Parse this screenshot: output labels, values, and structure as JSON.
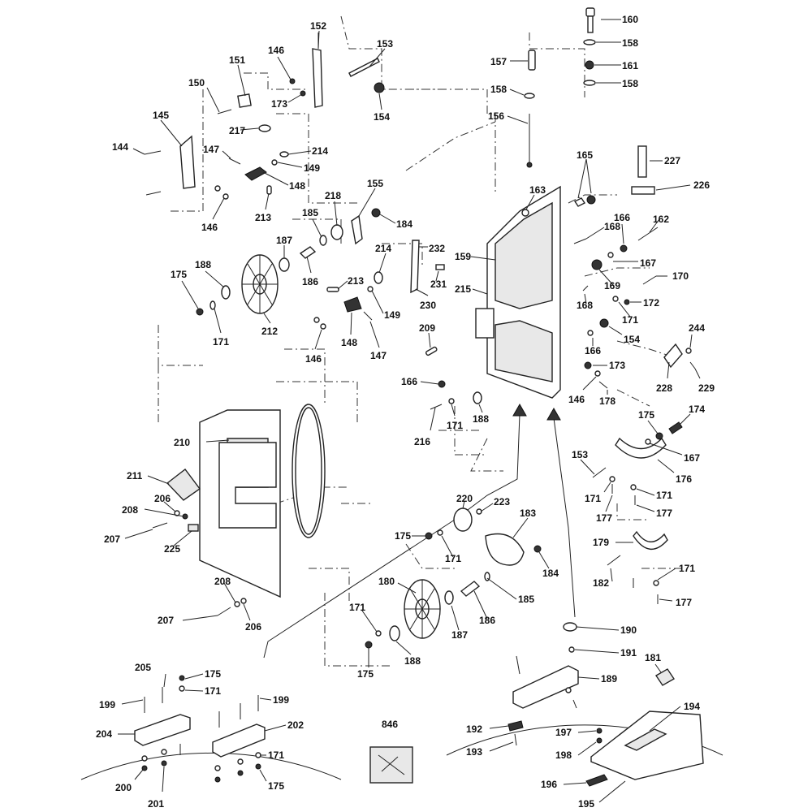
{
  "labels": [
    {
      "id": "l160",
      "text": "160"
    },
    {
      "id": "l158a",
      "text": "158"
    },
    {
      "id": "l161",
      "text": "161"
    },
    {
      "id": "l158b",
      "text": "158"
    },
    {
      "id": "l157",
      "text": "157"
    },
    {
      "id": "l158c",
      "text": "158"
    },
    {
      "id": "l156",
      "text": "156"
    },
    {
      "id": "l152",
      "text": "152"
    },
    {
      "id": "l153a",
      "text": "153"
    },
    {
      "id": "l146a",
      "text": "146"
    },
    {
      "id": "l151",
      "text": "151"
    },
    {
      "id": "l150",
      "text": "150"
    },
    {
      "id": "l173a",
      "text": "173"
    },
    {
      "id": "l154a",
      "text": "154"
    },
    {
      "id": "l145",
      "text": "145"
    },
    {
      "id": "l217",
      "text": "217"
    },
    {
      "id": "l144",
      "text": "144"
    },
    {
      "id": "l147a",
      "text": "147"
    },
    {
      "id": "l214a",
      "text": "214"
    },
    {
      "id": "l149a",
      "text": "149"
    },
    {
      "id": "l148a",
      "text": "148"
    },
    {
      "id": "l146b",
      "text": "146"
    },
    {
      "id": "l213a",
      "text": "213"
    },
    {
      "id": "l218",
      "text": "218"
    },
    {
      "id": "l155",
      "text": "155"
    },
    {
      "id": "l184a",
      "text": "184"
    },
    {
      "id": "l185a",
      "text": "185"
    },
    {
      "id": "l187a",
      "text": "187"
    },
    {
      "id": "l186a",
      "text": "186"
    },
    {
      "id": "l188a",
      "text": "188"
    },
    {
      "id": "l175a",
      "text": "175"
    },
    {
      "id": "l171a",
      "text": "171"
    },
    {
      "id": "l212",
      "text": "212"
    },
    {
      "id": "l213b",
      "text": "213"
    },
    {
      "id": "l214b",
      "text": "214"
    },
    {
      "id": "l232",
      "text": "232"
    },
    {
      "id": "l231",
      "text": "231"
    },
    {
      "id": "l230",
      "text": "230"
    },
    {
      "id": "l149b",
      "text": "149"
    },
    {
      "id": "l148b",
      "text": "148"
    },
    {
      "id": "l146c",
      "text": "146"
    },
    {
      "id": "l147b",
      "text": "147"
    },
    {
      "id": "l209",
      "text": "209"
    },
    {
      "id": "l165",
      "text": "165"
    },
    {
      "id": "l163",
      "text": "163"
    },
    {
      "id": "l227",
      "text": "227"
    },
    {
      "id": "l226",
      "text": "226"
    },
    {
      "id": "l168a",
      "text": "168"
    },
    {
      "id": "l166a",
      "text": "166"
    },
    {
      "id": "l162",
      "text": "162"
    },
    {
      "id": "l159",
      "text": "159"
    },
    {
      "id": "l167a",
      "text": "167"
    },
    {
      "id": "l215",
      "text": "215"
    },
    {
      "id": "l169",
      "text": "169"
    },
    {
      "id": "l170",
      "text": "170"
    },
    {
      "id": "l168b",
      "text": "168"
    },
    {
      "id": "l171b",
      "text": "171"
    },
    {
      "id": "l172",
      "text": "172"
    },
    {
      "id": "l154b",
      "text": "154"
    },
    {
      "id": "l166b",
      "text": "166"
    },
    {
      "id": "l244",
      "text": "244"
    },
    {
      "id": "l173b",
      "text": "173"
    },
    {
      "id": "l166c",
      "text": "166"
    },
    {
      "id": "l146d",
      "text": "146"
    },
    {
      "id": "l178",
      "text": "178"
    },
    {
      "id": "l228",
      "text": "228"
    },
    {
      "id": "l229",
      "text": "229"
    },
    {
      "id": "l171c",
      "text": "171"
    },
    {
      "id": "l188b",
      "text": "188"
    },
    {
      "id": "l216",
      "text": "216"
    },
    {
      "id": "l175b",
      "text": "175"
    },
    {
      "id": "l174",
      "text": "174"
    },
    {
      "id": "l167b",
      "text": "167"
    },
    {
      "id": "l176",
      "text": "176"
    },
    {
      "id": "l153b",
      "text": "153"
    },
    {
      "id": "l171d",
      "text": "171"
    },
    {
      "id": "l171e",
      "text": "171"
    },
    {
      "id": "l177a",
      "text": "177"
    },
    {
      "id": "l177b",
      "text": "177"
    },
    {
      "id": "l210",
      "text": "210"
    },
    {
      "id": "l211",
      "text": "211"
    },
    {
      "id": "l206a",
      "text": "206"
    },
    {
      "id": "l208a",
      "text": "208"
    },
    {
      "id": "l207a",
      "text": "207"
    },
    {
      "id": "l225",
      "text": "225"
    },
    {
      "id": "l220",
      "text": "220"
    },
    {
      "id": "l223",
      "text": "223"
    },
    {
      "id": "l183",
      "text": "183"
    },
    {
      "id": "l175c",
      "text": "175"
    },
    {
      "id": "l171f",
      "text": "171"
    },
    {
      "id": "l184b",
      "text": "184"
    },
    {
      "id": "l179",
      "text": "179"
    },
    {
      "id": "l171g",
      "text": "171"
    },
    {
      "id": "l182",
      "text": "182"
    },
    {
      "id": "l177c",
      "text": "177"
    },
    {
      "id": "l208b",
      "text": "208"
    },
    {
      "id": "l207b",
      "text": "207"
    },
    {
      "id": "l206b",
      "text": "206"
    },
    {
      "id": "l180",
      "text": "180"
    },
    {
      "id": "l185b",
      "text": "185"
    },
    {
      "id": "l186b",
      "text": "186"
    },
    {
      "id": "l171h",
      "text": "171"
    },
    {
      "id": "l187b",
      "text": "187"
    },
    {
      "id": "l188c",
      "text": "188"
    },
    {
      "id": "l175d",
      "text": "175"
    },
    {
      "id": "l190",
      "text": "190"
    },
    {
      "id": "l191",
      "text": "191"
    },
    {
      "id": "l181",
      "text": "181"
    },
    {
      "id": "l189",
      "text": "189"
    },
    {
      "id": "l194",
      "text": "194"
    },
    {
      "id": "l205",
      "text": "205"
    },
    {
      "id": "l175e",
      "text": "175"
    },
    {
      "id": "l171i",
      "text": "171"
    },
    {
      "id": "l199a",
      "text": "199"
    },
    {
      "id": "l199b",
      "text": "199"
    },
    {
      "id": "l204",
      "text": "204"
    },
    {
      "id": "l202",
      "text": "202"
    },
    {
      "id": "l171j",
      "text": "171"
    },
    {
      "id": "l200",
      "text": "200"
    },
    {
      "id": "l175f",
      "text": "175"
    },
    {
      "id": "l201",
      "text": "201"
    },
    {
      "id": "l846",
      "text": "846"
    },
    {
      "id": "l192",
      "text": "192"
    },
    {
      "id": "l197",
      "text": "197"
    },
    {
      "id": "l193",
      "text": "193"
    },
    {
      "id": "l198",
      "text": "198"
    },
    {
      "id": "l196",
      "text": "196"
    },
    {
      "id": "l195",
      "text": "195"
    }
  ]
}
